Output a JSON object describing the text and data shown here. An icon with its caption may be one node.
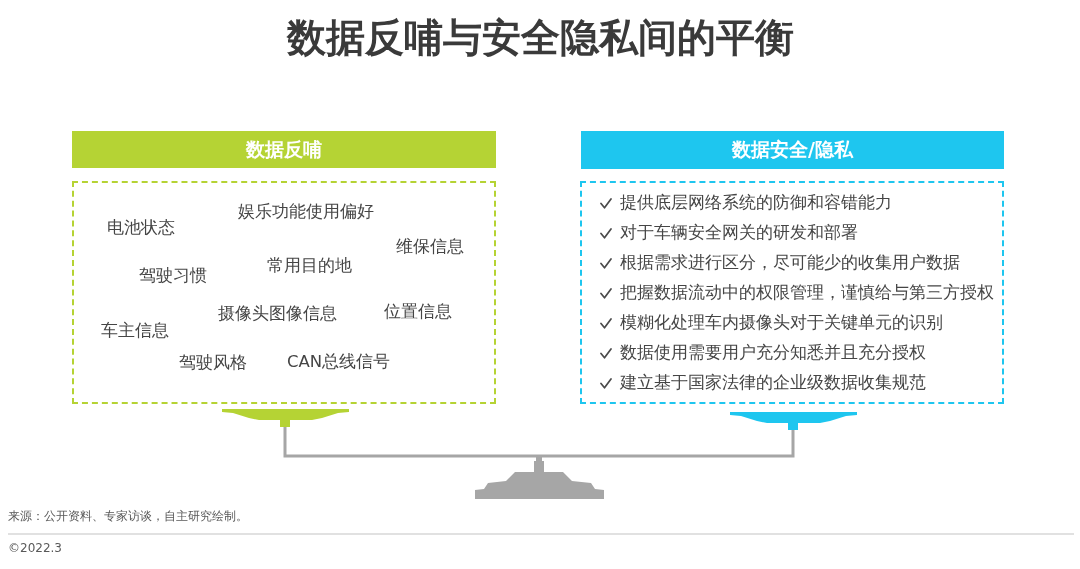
{
  "diagram": {
    "title": "数据反哺与安全隐私间的平衡",
    "nodes": [
      {
        "text": [
          "数据反哺"
        ]
      },
      {
        "text": [
          "电池状态",
          "娱乐功能使用偏好",
          "维保信息",
          "驾驶习惯",
          "常用目的地",
          "摄像头图像信息",
          "位置信息",
          "车主信息",
          "驾驶风格",
          "CAN总线信号"
        ]
      },
      {
        "text": [
          "数据安全/隐私"
        ]
      },
      {
        "text": [
          "提供底层网络系统的防御和容错能力",
          "对于车辆安全网关的研发和部署",
          "根据需求进行区分，尽可能少的收集用户数据",
          "把握数据流动中的权限管理，谨慎给与第三方授权",
          "模糊化处理车内摄像头对于关键单元的识别",
          "数据使用需要用户充分知悉并且充分授权",
          "建立基于国家法律的企业级数据收集规范"
        ]
      }
    ],
    "labels": [
      "来源：公开资料、专家访谈，自主研究绘制。",
      "©2022.3"
    ]
  }
}
